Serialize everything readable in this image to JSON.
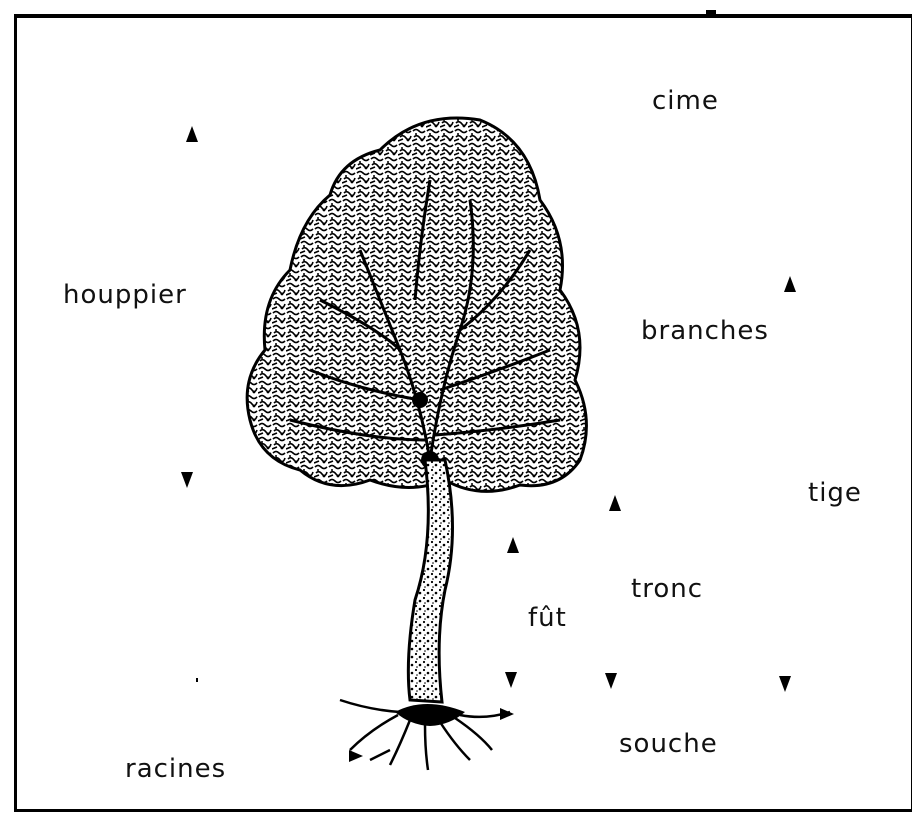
{
  "labels": {
    "cime": "cime",
    "houppier": "houppier",
    "branches": "branches",
    "tige": "tige",
    "tronc": "tronc",
    "fut": "fût",
    "souche": "souche",
    "racines": "racines"
  }
}
